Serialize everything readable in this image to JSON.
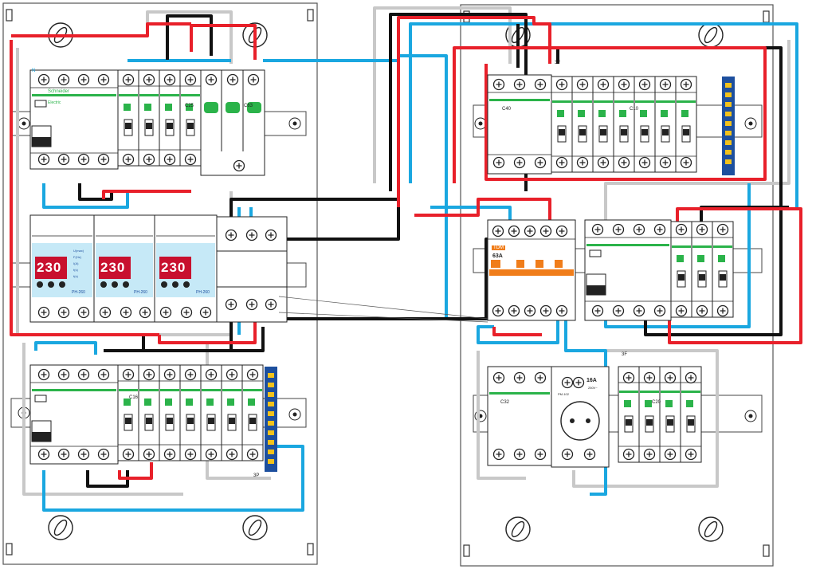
{
  "colors": {
    "phase_red": "#e8202a",
    "neutral_blue": "#1aa7e0",
    "phase_black": "#111111",
    "earth_grey": "#c8c8c8",
    "brand_green": "#2bb34a",
    "display_red": "#c8102e",
    "orange": "#f07d1a",
    "busbar_blue": "#1d4f9e",
    "busbar_yellow": "#f2c21b"
  },
  "icons": [
    "screw-terminal-icon",
    "mounting-hole-icon",
    "din-rail-icon",
    "socket-icon",
    "led-display-icon"
  ],
  "labels": {
    "brand": "Schneider",
    "brand_sub": "Electric",
    "relay_model": "PH-260",
    "display_value": "230",
    "rcd_label": "N",
    "rcbo_c25": "C25",
    "rcbo_c16": "C16",
    "rcbo_c20": "C20",
    "rcbo_c10": "C10",
    "rcbo_c32": "C32",
    "rcbo_c40": "C40",
    "rcbo_c63": "C63",
    "switch_rating": "63A",
    "switch_brand": "TDM",
    "socket_rating": "16A",
    "socket_model": "PM-102",
    "socket_voltage": "250V~",
    "marker_3p": "3P",
    "marker_3f": "3F"
  },
  "relay_rows": [
    "U(max)",
    "F(Hz)",
    "I(A)",
    "t(s)",
    "t(s)"
  ]
}
